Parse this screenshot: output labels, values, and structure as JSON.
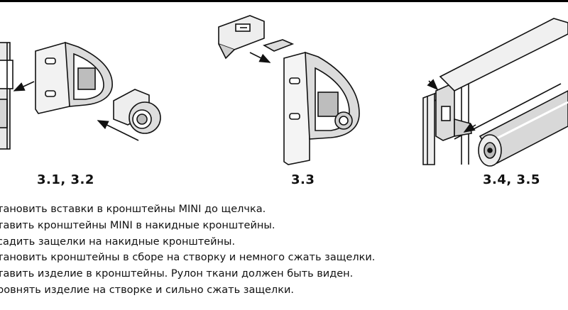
{
  "figures": [
    {
      "label": "3.1, 3.2"
    },
    {
      "label": "3.3"
    },
    {
      "label": "3.4, 3.5"
    }
  ],
  "steps": [
    "тановить вставки в кронштейны MINI до щелчка.",
    "тавить кронштейны MINI в накидные кронштейны.",
    "садить защелки на накидные кронштейны.",
    "тановить кронштейны в сборе на створку и немного сжать защелки.",
    "тавить изделие в кронштейны. Рулон ткани должен быть виден.",
    "ровнять изделие на створке и сильно сжать защелки."
  ],
  "colors": {
    "ink": "#111111",
    "shade": "#cfcfcf",
    "mid": "#9a9a9a",
    "paper": "#ffffff"
  }
}
